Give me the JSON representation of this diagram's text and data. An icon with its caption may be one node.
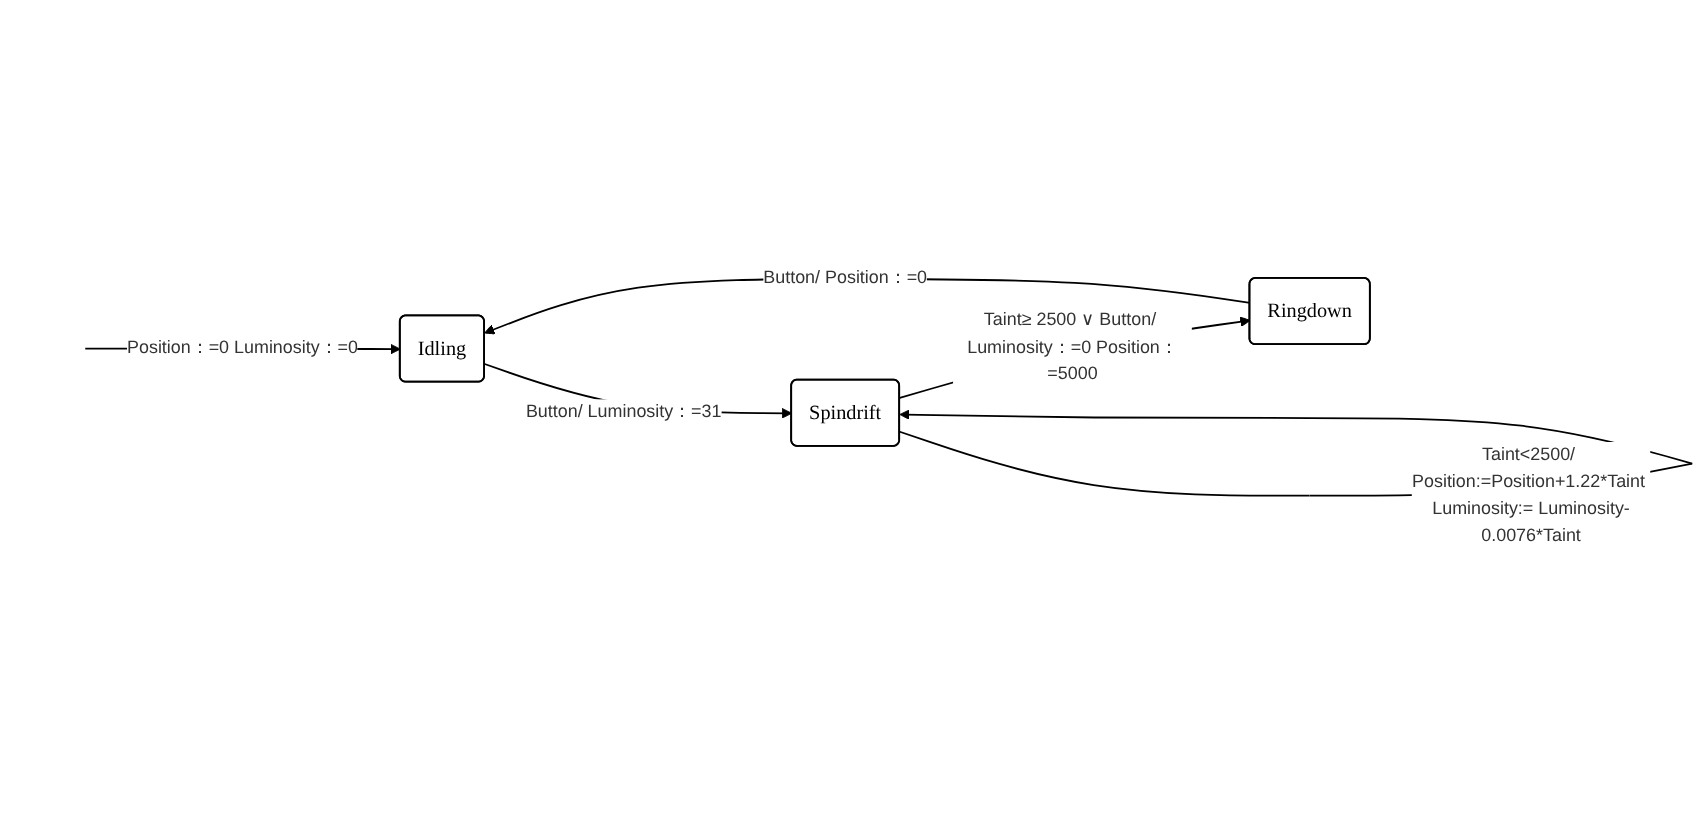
{
  "diagram": {
    "nodes": [
      {
        "text": [
          "Idling"
        ]
      },
      {
        "text": [
          "Spindrift"
        ]
      },
      {
        "text": [
          "Ringdown"
        ]
      }
    ],
    "edges": [
      {
        "from": null,
        "to": 0,
        "arrow": "to",
        "label": "Position：=0 Luminosity：=0"
      },
      {
        "from": 0,
        "to": 1,
        "arrow": "to",
        "label": "Button/ Luminosity：=31"
      },
      {
        "from": 1,
        "to": 1,
        "arrow": "to",
        "label": "Taint<2500/ Position:=Position+1.22*Taint Luminosity:= Luminosity-0.0076*Taint"
      },
      {
        "from": 1,
        "to": 2,
        "arrow": "to",
        "label": "Taint≥ 2500 ∨ Button/ Luminosity：=0 Position：=5000"
      },
      {
        "from": 2,
        "to": 0,
        "arrow": "to",
        "label": "Button/ Position：=0"
      }
    ]
  }
}
